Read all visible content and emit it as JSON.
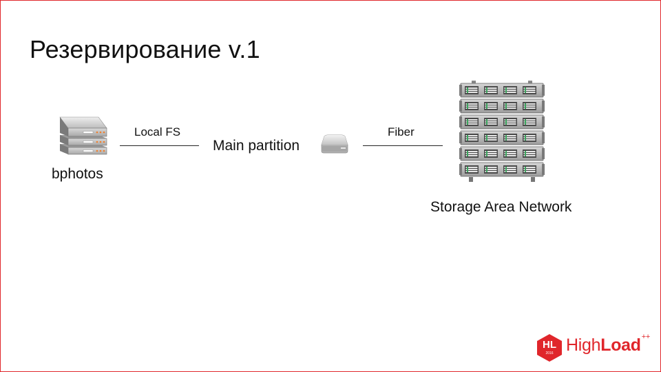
{
  "slide": {
    "title": "Резервирование v.1"
  },
  "diagram": {
    "nodes": {
      "server_label": "bphotos",
      "partition_label": "Main partition",
      "san_label": "Storage Area Network"
    },
    "links": {
      "local_fs_label": "Local FS",
      "fiber_label": "Fiber"
    }
  },
  "logo": {
    "badge": "HL",
    "year": "2016",
    "name_light": "High",
    "name_bold": "Load",
    "plus": "++"
  },
  "colors": {
    "accent": "#e0262b",
    "border": "#e0262b",
    "server_led": "#f07f2c"
  },
  "icons": {
    "server": "server-stack-icon",
    "disk": "hard-disk-icon",
    "san": "storage-rack-icon"
  }
}
